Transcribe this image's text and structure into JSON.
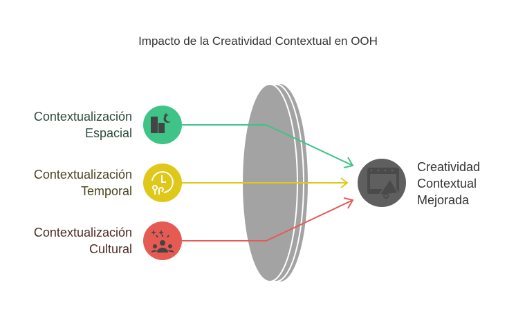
{
  "title": "Impacto de la Creatividad Contextual en OOH",
  "inputs": [
    {
      "line1": "Contextualización",
      "line2": "Espacial",
      "color": "#3dc486",
      "text_color": "#2e4a3c",
      "icon": "buildings-moon-icon"
    },
    {
      "line1": "Contextualización",
      "line2": "Temporal",
      "color": "#e0c81a",
      "text_color": "#4a4520",
      "icon": "clock-location-icon"
    },
    {
      "line1": "Contextualización",
      "line2": "Cultural",
      "color": "#e65a54",
      "text_color": "#4f2a28",
      "icon": "people-celebration-icon"
    }
  ],
  "output": {
    "line1": "Creatividad",
    "line2": "Contextual",
    "line3": "Mejorada",
    "color": "#5f5f5f",
    "icon": "billboard-megaphone-icon"
  },
  "lens_color": "#a3a3a3"
}
